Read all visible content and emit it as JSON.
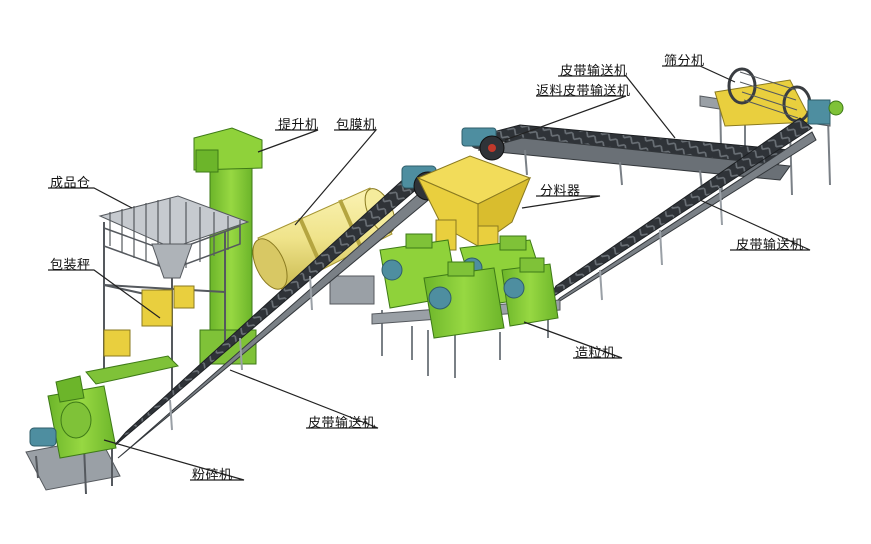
{
  "labels": {
    "screener": "筛分机",
    "belt_conveyor_top": "皮带输送机",
    "return_belt_conveyor": "返料皮带输送机",
    "bucket_elevator": "提升机",
    "coating_machine": "包膜机",
    "product_silo": "成品仓",
    "distributor": "分料器",
    "belt_conveyor_right": "皮带输送机",
    "packing_scale": "包装秤",
    "granulator": "造粒机",
    "belt_conveyor_bottom": "皮带输送机",
    "crusher": "粉碎机"
  },
  "colors": {
    "machine_green": "#8fd23a",
    "machine_green_dark": "#5fa81f",
    "machine_green_light": "#b6e873",
    "frame_gray": "#9aa0a6",
    "frame_dark": "#55595e",
    "belt_dark": "#2f3338",
    "belt_tread": "#5a6066",
    "hopper_yellow": "#e9cf3e",
    "drum_yellow": "#efe38a",
    "motor_teal": "#4e8ea0",
    "leader_line": "#222222"
  }
}
